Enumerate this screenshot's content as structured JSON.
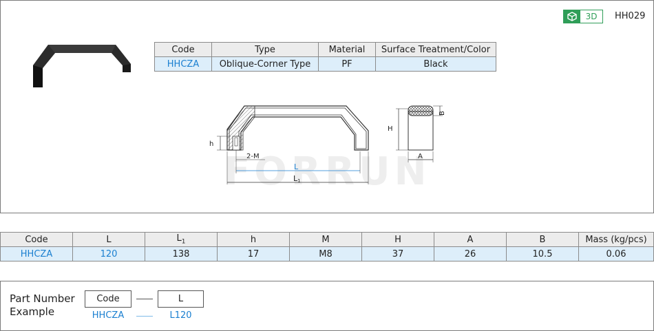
{
  "header": {
    "badge_label": "3D",
    "sku": "HH029"
  },
  "type_table": {
    "headers": [
      "Code",
      "Type",
      "Material",
      "Surface Treatment/Color"
    ],
    "row": [
      "HHCZA",
      "Oblique-Corner Type",
      "PF",
      "Black"
    ]
  },
  "drawing": {
    "dim_h": "h",
    "dim_2m": "2-M",
    "dim_l": "L",
    "dim_l1": "L",
    "dim_l1_sub": "1",
    "dim_H": "H",
    "dim_B": "B",
    "dim_A": "A",
    "watermark": "FORRUN"
  },
  "spec_table": {
    "headers": [
      "Code",
      "L",
      "L",
      "h",
      "M",
      "H",
      "A",
      "B",
      "Mass (kg/pcs)"
    ],
    "l1_sub": "1",
    "row": [
      "HHCZA",
      "120",
      "138",
      "17",
      "M8",
      "37",
      "26",
      "10.5",
      "0.06"
    ]
  },
  "part_number": {
    "title_line1": "Part Number",
    "title_line2": "Example",
    "box_code": "Code",
    "box_l": "L",
    "value_code": "HHCZA",
    "value_l": "L120"
  },
  "colors": {
    "accent_green": "#2f9e58",
    "accent_blue": "#1a7fd0",
    "cell_blue": "#ddeefa",
    "header_gray": "#ececec"
  }
}
